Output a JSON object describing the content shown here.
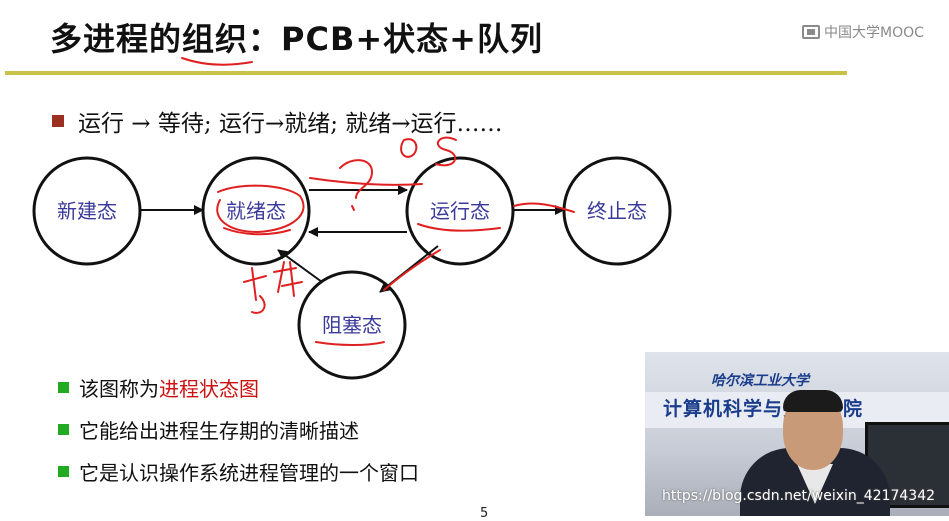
{
  "slide": {
    "title": "多进程的组织：PCB+状态+队列",
    "logo_text": "中国大学MOOC",
    "main_bullet": "运行 → 等待; 运行→就绪; 就绪→运行……",
    "states": {
      "new": "新建态",
      "ready": "就绪态",
      "running": "运行态",
      "terminated": "终止态",
      "blocked": "阻塞态"
    },
    "bullets": [
      {
        "before": "该图称为",
        "highlight": "进程状态图",
        "after": ""
      },
      {
        "before": "它能给出进程生存期的清晰描述",
        "highlight": "",
        "after": ""
      },
      {
        "before": "它是认识操作系统进程管理的一个窗口",
        "highlight": "",
        "after": ""
      }
    ],
    "page_number": "5"
  },
  "video": {
    "sign_main": "计算机科学与技术学院",
    "sign_small": "哈尔滨工业大学"
  },
  "watermark": "https://blog.csdn.net/weixin_42174342",
  "colors": {
    "title_rule": "#c9c24a",
    "state_text": "#3a3a9a",
    "annotation": "#e02020",
    "bullet_main": "#9b3020",
    "bullet_green": "#22aa22",
    "highlight": "#cc1111"
  }
}
